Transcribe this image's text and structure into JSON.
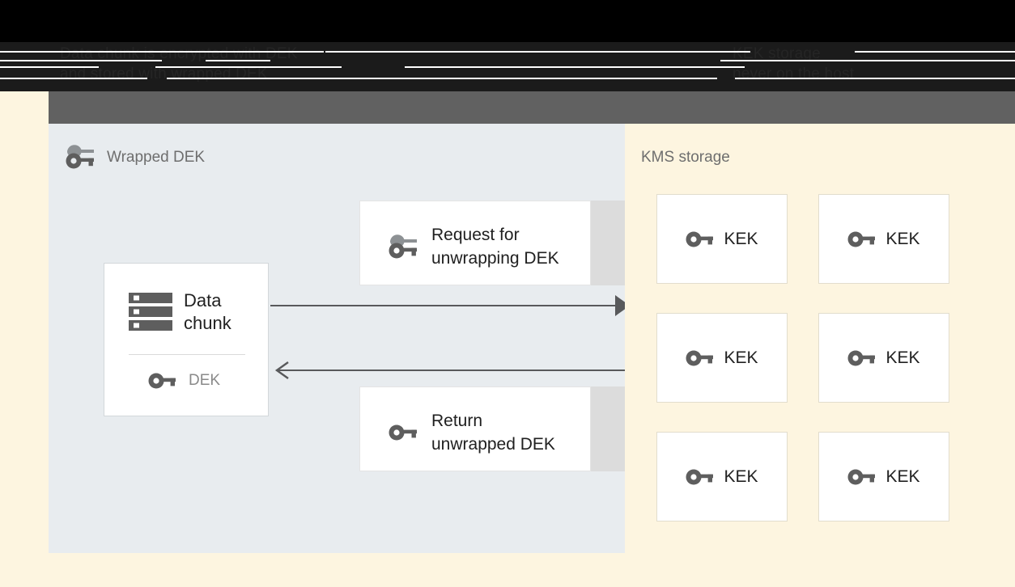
{
  "header": {
    "left_caption": "Data chunk is encrypted with DEK\nand stored with wrapped DEK",
    "right_caption": "KEK storage\nnever on the host"
  },
  "host_panel": {
    "title": "Wrapped DEK",
    "title_icon": "wrapped-key-icon",
    "data_card": {
      "icon": "database-chunk-icon",
      "label": "Data\nchunk",
      "key_icon": "key-icon",
      "key_label": "DEK"
    },
    "messages": [
      {
        "icon": "wrapped-key-icon",
        "label": "Request for\nunwrapping DEK"
      },
      {
        "icon": "key-icon",
        "label": "Return\nunwrapped DEK"
      }
    ],
    "arrows": [
      {
        "name": "request-arrow",
        "direction": "right"
      },
      {
        "name": "return-arrow",
        "direction": "left"
      }
    ]
  },
  "kms_panel": {
    "title": "KMS storage",
    "keys": [
      {
        "icon": "key-icon",
        "label": "KEK"
      },
      {
        "icon": "key-icon",
        "label": "KEK"
      },
      {
        "icon": "key-icon",
        "label": "KEK"
      },
      {
        "icon": "key-icon",
        "label": "KEK"
      },
      {
        "icon": "key-icon",
        "label": "KEK"
      },
      {
        "icon": "key-icon",
        "label": "KEK"
      }
    ]
  },
  "colors": {
    "background_cream": "#fdf5e0",
    "host_panel": "#e8ecef",
    "gray_bar": "#616161",
    "header_black": "#000000",
    "icon_gray": "#5e5e5e",
    "arrow_gray": "#58595b",
    "card_white": "#ffffff",
    "muted_text": "#8a8a8a"
  }
}
